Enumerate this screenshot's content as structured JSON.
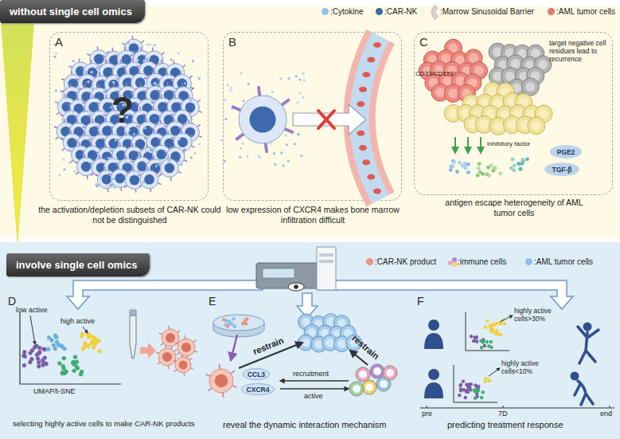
{
  "diagram": {
    "nodes": [
      {
        "text": [
          "without single cell omics"
        ]
      },
      {
        "text": [
          "A",
          "the activation/depletion subsets of CAR-NK could not be distinguished"
        ],
        "in": 0
      },
      {
        "text": [
          "B",
          "low expression of CXCR4 makes bone marrow infiltration difficult"
        ],
        "in": 0
      },
      {
        "text": [
          "C",
          "antigen escape heterogeneity of AML tumor cells"
        ],
        "in": 0
      },
      {
        "text": [
          "PGE2"
        ],
        "in": 3
      },
      {
        "text": [
          "TGF-β"
        ],
        "in": 3
      },
      {
        "text": [
          "involve single cell omics"
        ]
      },
      {
        "text": [
          "CCL3"
        ],
        "in": 6
      },
      {
        "text": [
          "CXCR4"
        ],
        "in": 6
      }
    ],
    "edges": [
      {
        "from": 0,
        "to": 6,
        "arrow": "to"
      }
    ],
    "labels": [
      "?",
      "CD33/CD123↑",
      "target negative cell residues lead to recurrence",
      "inhibitory factor",
      "D",
      "low active",
      "high active",
      "UMAP/t-SNE",
      "selecting highly active cells to make CAR-NK products",
      "E",
      "restrain",
      "restrain",
      "recruitment",
      "active",
      "reveal the dynamic interaction mechanism",
      "F",
      "highly active cells>30%",
      "highly active cells<10%",
      "pre",
      "7D",
      "end",
      "predicting treatment response"
    ],
    "legend": [
      {
        "text": ":Cytokine",
        "color": "#8fc3e8"
      },
      {
        "text": ":CAR-NK",
        "color": "#3f69ae"
      },
      {
        "text": ":Marrow Sinusoidal Barrier"
      },
      {
        "text": ":AML tumor cells",
        "color": "#e8776f"
      },
      {
        "text": ":CAR-NK product",
        "color": "#e9967f"
      },
      {
        "text": ":immune cells"
      },
      {
        "text": ":AML tumor cells",
        "color": "#8fbde6"
      }
    ]
  }
}
